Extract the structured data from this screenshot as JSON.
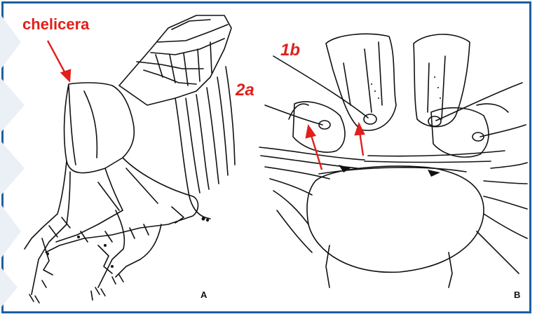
{
  "labels": {
    "chelicera": "chelicera",
    "seta_1b": "1b",
    "seta_2a": "2a"
  },
  "panels": {
    "a": "A",
    "b": "B"
  },
  "colors": {
    "frame": "#1e5fa3",
    "annotation": "#e0201a",
    "ink": "#111111"
  }
}
